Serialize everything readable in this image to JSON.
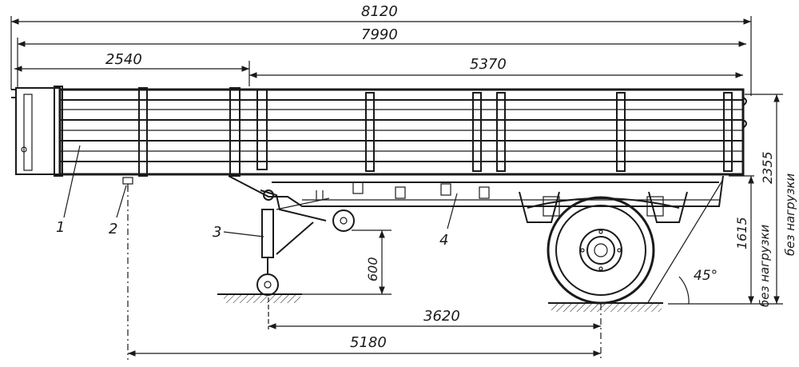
{
  "dimensions": {
    "overall_length": "8120",
    "body_length": "7990",
    "front_section": "2540",
    "rear_section": "5370",
    "wheelbase_to_axle": "3620",
    "support_to_axle": "5180",
    "support_height": "600",
    "platform_height": "1615",
    "total_height": "2355",
    "angle": "45°"
  },
  "notes": {
    "unloaded_1": "без нагрузки",
    "unloaded_2": "без нагрузки"
  },
  "callouts": [
    "1",
    "2",
    "3",
    "4"
  ],
  "colors": {
    "ink": "#1a1a1a",
    "paper": "#ffffff"
  }
}
